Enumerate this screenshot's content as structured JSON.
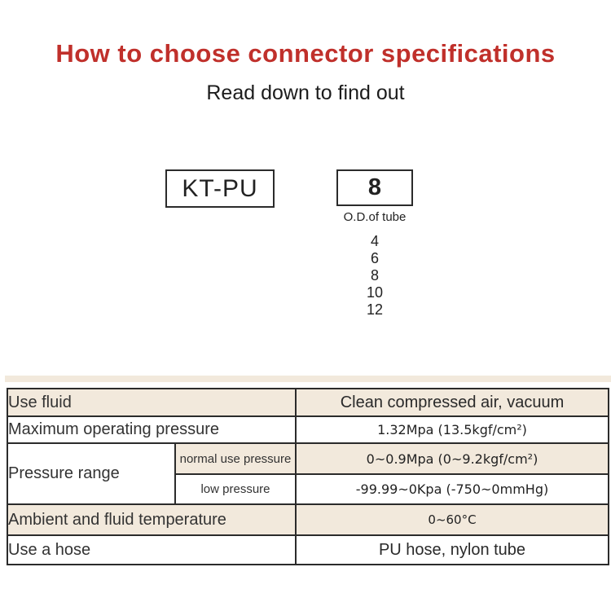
{
  "page": {
    "title": "How to choose connector specifications",
    "subtitle": "Read down to find out",
    "title_color": "#c0302b",
    "background_color": "#ffffff"
  },
  "model_code": {
    "series_box": "KT-PU",
    "size_box": "8",
    "size_caption": "O.D.of tube",
    "size_options": [
      "4",
      "6",
      "8",
      "10",
      "12"
    ]
  },
  "spec_table": {
    "stripe_color": "#f2e9dc",
    "border_color": "#2b2b2b",
    "rows": {
      "use_fluid": {
        "label": "Use fluid",
        "value": "Clean compressed air, vacuum"
      },
      "max_pressure": {
        "label": "Maximum operating pressure",
        "value": "1.32Mpa (13.5kgf/cm²)"
      },
      "pressure_range": {
        "label": "Pressure range",
        "normal": {
          "label": "normal use pressure",
          "value": "0~0.9Mpa (0~9.2kgf/cm²)"
        },
        "low": {
          "label": "low pressure",
          "value": "-99.99~0Kpa (-750~0mmHg)"
        }
      },
      "temperature": {
        "label": "Ambient and fluid temperature",
        "value": "0~60°C"
      },
      "hose": {
        "label": "Use a hose",
        "value": "PU hose, nylon tube"
      }
    }
  }
}
